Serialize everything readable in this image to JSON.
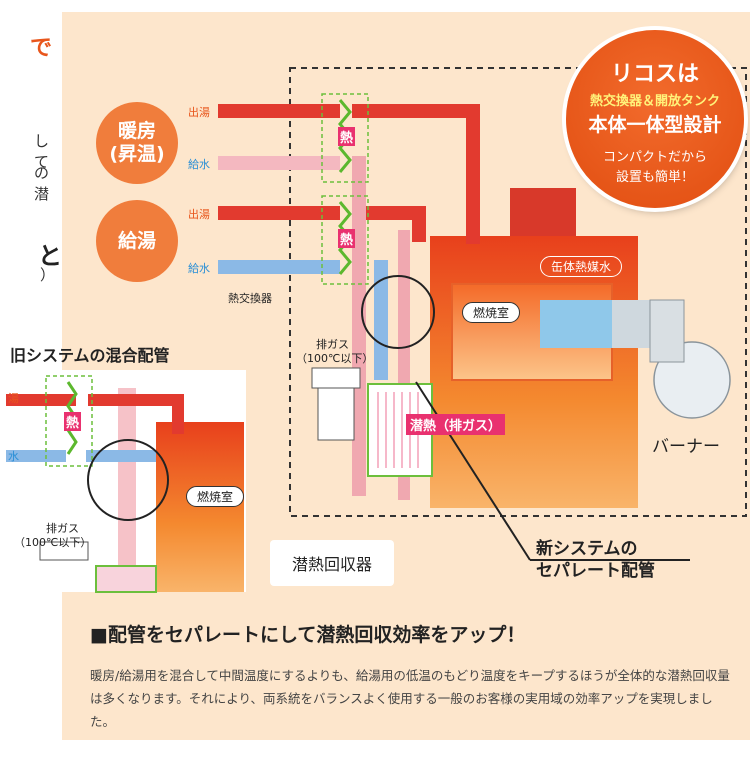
{
  "left_fragment": {
    "orange": "で",
    "line1": "して",
    "line2": "の潜",
    "big": "と",
    "paren": "）"
  },
  "labels": {
    "heating": "暖房\n(昇温)",
    "hotwater": "給湯",
    "out": "出湯",
    "in": "給水",
    "heat": "熱",
    "exchanger": "熱交換器",
    "exhaust1": "排ガス",
    "exhaust2": "（100℃以下）",
    "combustion": "燃焼室",
    "can": "缶体熱媒水",
    "latent": "潜熱（排ガス）",
    "burner": "バーナー",
    "recovery": "潜熱回収器",
    "new_system": "新システムの",
    "separate": "セパレート配管"
  },
  "old_system": {
    "title": "旧システムの混合配管",
    "out": "湯",
    "in": "水",
    "heat": "熱",
    "combustion": "燃焼室",
    "exhaust1": "排ガス",
    "exhaust2": "（100℃以下）"
  },
  "badge": {
    "title": "リコスは",
    "sub": "熱交換器＆開放タンク",
    "main": "本体一体型設計",
    "note1": "コンパクトだから",
    "note2": "設置も簡単！"
  },
  "heading": "■配管をセパレートにして潜熱回収効率をアップ！",
  "body": "暖房/給湯用を混合して中間温度にするよりも、給湯用の低温のもどり温度をキープするほうが全体的な潜熱回収量は多くなります。それにより、両系統をバランスよく使用する一般のお客様の実用域の効率アップを実現しました。"
}
